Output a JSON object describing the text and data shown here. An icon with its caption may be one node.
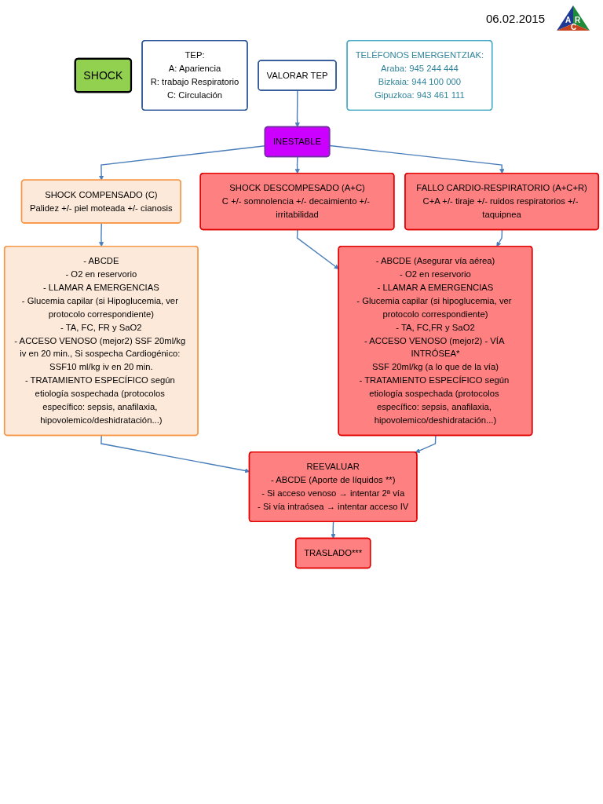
{
  "diagram": {
    "nodes": [
      {
        "text": [
          "SHOCK"
        ]
      },
      {
        "text": [
          "TEP:",
          "A: Apariencia",
          "R: trabajo Respiratorio",
          "C: Circulación"
        ]
      },
      {
        "text": [
          "VALORAR TEP"
        ]
      },
      {
        "text": [
          "TELÉFONOS EMERGENTZIAK:",
          "Araba: 945 244 444",
          "Bizkaia: 944 100 000",
          "Gipuzkoa: 943 461 111"
        ]
      },
      {
        "text": [
          "INESTABLE"
        ]
      },
      {
        "text": [
          "SHOCK COMPENSADO (C)",
          "Palidez +/- piel moteada +/- cianosis"
        ]
      },
      {
        "text": [
          "SHOCK DESCOMPESADO (A+C)",
          "C +/- somnolencia +/- decaimiento +/- irritabilidad"
        ]
      },
      {
        "text": [
          "FALLO CARDIO-RESPIRATORIO (A+C+R)",
          "C+A +/- tiraje +/- ruidos respiratorios +/- taquipnea"
        ]
      },
      {
        "text": [
          "- ABCDE",
          "- O2 en reservorio",
          "- LLAMAR A EMERGENCIAS",
          "- Glucemia capilar (si Hipoglucemia, ver protocolo correspondiente)",
          "- TA, FC, FR y SaO2",
          "- ACCESO VENOSO (mejor2) SSF 20ml/kg iv en 20 min., Si sospecha Cardiogénico: SSF10 ml/kg iv en 20 min.",
          "- TRATAMIENTO ESPECÍFICO según etiología sospechada (protocolos específico: sepsis, anafilaxia, hipovolemico/deshidratación...)"
        ]
      },
      {
        "text": [
          "- ABCDE (Asegurar vía aérea)",
          "- O2 en reservorio",
          "- LLAMAR A EMERGENCIAS",
          "- Glucemia capilar (si hipoglucemia, ver protocolo correspondiente)",
          "- TA, FC,FR y SaO2",
          "- ACCESO VENOSO (mejor2) - VÍA INTRÓSEA*",
          "SSF 20ml/kg (a lo que de la vía)",
          "- TRATAMIENTO ESPECÍFICO según etiología sospechada (protocolos específico: sepsis, anafilaxia, hipovolemico/deshidratación...)"
        ]
      },
      {
        "text": [
          "REEVALUAR",
          "- ABCDE (Aporte de líquidos **)",
          "- Si acceso venoso → intentar 2ª vía",
          "- Si vía intraósea → intentar acceso IV"
        ]
      },
      {
        "text": [
          "TRASLADO***"
        ]
      }
    ],
    "edges": [
      {
        "from": 2,
        "to": 4,
        "arrow": "to"
      },
      {
        "from": 4,
        "to": 5,
        "arrow": "to"
      },
      {
        "from": 4,
        "to": 6,
        "arrow": "to"
      },
      {
        "from": 4,
        "to": 7,
        "arrow": "to"
      },
      {
        "from": 5,
        "to": 8,
        "arrow": "to"
      },
      {
        "from": 6,
        "to": 9,
        "arrow": "to"
      },
      {
        "from": 7,
        "to": 9,
        "arrow": "to"
      },
      {
        "from": 8,
        "to": 10,
        "arrow": "to"
      },
      {
        "from": 9,
        "to": 10,
        "arrow": "to"
      },
      {
        "from": 10,
        "to": 11,
        "arrow": "to"
      }
    ],
    "labels": [
      "06.02.2015",
      "A",
      "R",
      "C"
    ]
  }
}
